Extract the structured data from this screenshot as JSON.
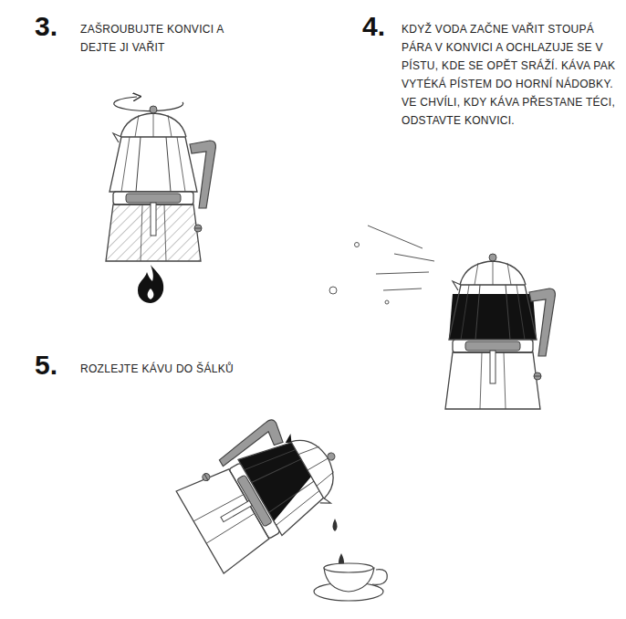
{
  "diagram": {
    "labels": [
      "3.",
      "ZAŠROUBUJTE KONVICI A DEJTE JI VAŘIT",
      "4.",
      "KDYŽ VODA ZAČNE VAŘIT STOUPÁ PÁRA V KONVICI A OCHLAZUJE SE V PÍSTU, KDE SE OPĚT SRÁŽÍ. KÁVA PAK VYTÉKÁ PÍSTEM DO HORNÍ NÁDOBKY. VE CHVÍLI, KDY KÁVA PŘESTANE TÉCI, ODSTAVTE KONVICI.",
      "5.",
      "ROZLEJTE KÁVU DO ŠÁLKŮ"
    ]
  }
}
